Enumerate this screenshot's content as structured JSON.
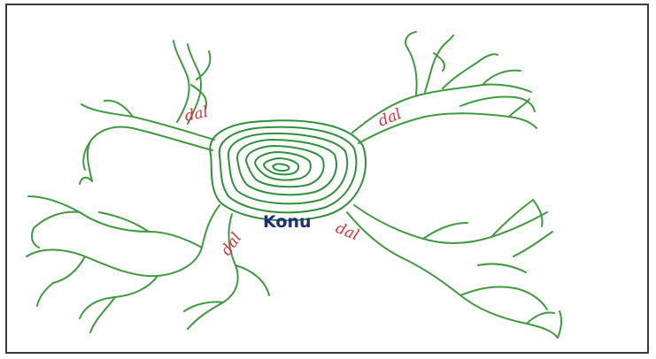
{
  "diagram": {
    "center_label": "Konu",
    "branch_labels": [
      "dal",
      "dal",
      "dal",
      "dal"
    ]
  },
  "colors": {
    "lines": "#3f9a3f",
    "branch_label": "#d93040",
    "center_label": "#1f2d7a",
    "border": "#3a3a3a"
  }
}
